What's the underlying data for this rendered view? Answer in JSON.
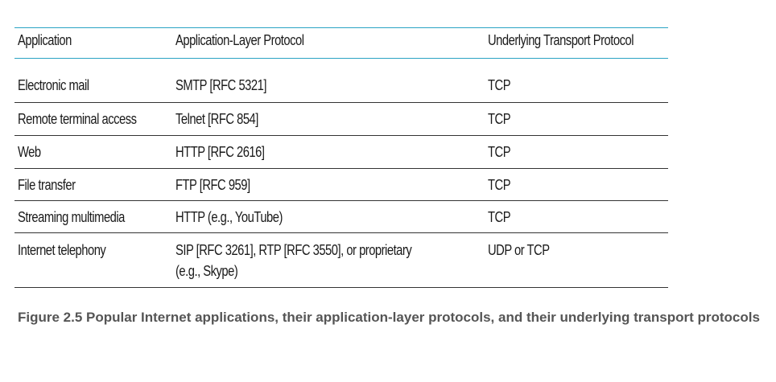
{
  "table": {
    "headers": {
      "application": "Application",
      "app_layer_protocol": "Application-Layer Protocol",
      "transport_protocol": "Underlying Transport Protocol"
    },
    "rows": [
      {
        "application": "Electronic mail",
        "protocol": "SMTP [RFC 5321]",
        "transport": "TCP"
      },
      {
        "application": "Remote terminal access",
        "protocol": "Telnet [RFC 854]",
        "transport": "TCP"
      },
      {
        "application": "Web",
        "protocol": "HTTP [RFC 2616]",
        "transport": "TCP"
      },
      {
        "application": "File transfer",
        "protocol": "FTP [RFC 959]",
        "transport": "TCP"
      },
      {
        "application": "Streaming multimedia",
        "protocol": "HTTP (e.g., YouTube)",
        "transport": "TCP"
      },
      {
        "application": "Internet telephony",
        "protocol": "SIP [RFC 3261], RTP [RFC 3550], or proprietary",
        "protocol_line2": "(e.g., Skype)",
        "transport": "UDP or TCP"
      }
    ]
  },
  "caption": "Figure 2.5 Popular Internet applications, their application-layer protocols, and their underlying transport protocols"
}
